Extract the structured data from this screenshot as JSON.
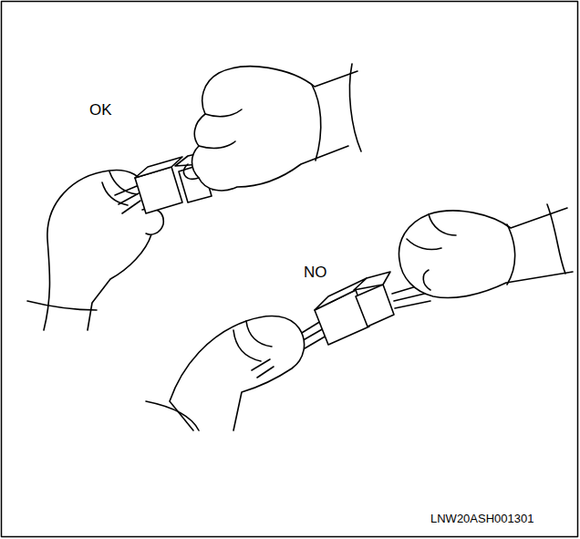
{
  "diagram": {
    "labels": [
      "OK",
      "NO",
      "LNW20ASH001301"
    ]
  }
}
